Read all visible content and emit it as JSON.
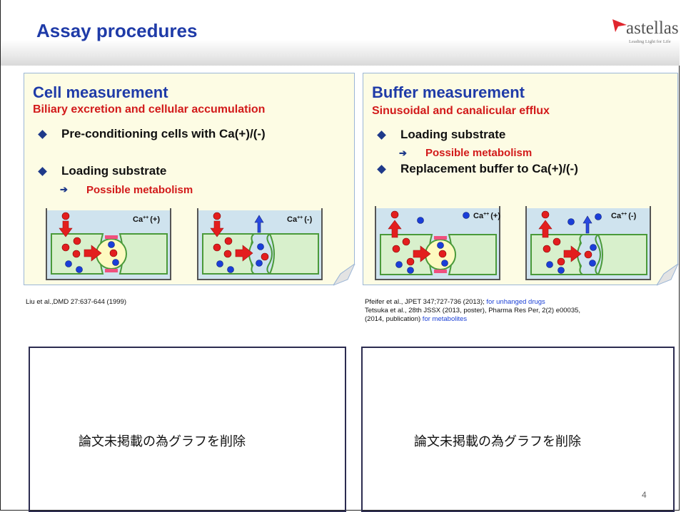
{
  "slide": {
    "title": "Assay procedures",
    "logo": {
      "name": "astellas",
      "tagline": "Leading Light for Life"
    },
    "page_number": "4"
  },
  "left_panel": {
    "title": "Cell measurement",
    "subtitle": "Biliary excretion and cellular accumulation",
    "bullets": [
      "Pre-conditioning cells with Ca(+)/(-)",
      "Loading substrate"
    ],
    "sub_note": "Possible metabolism",
    "diagram_labels": [
      "Ca",
      "(+)",
      "Ca",
      "(-)"
    ],
    "superscript": "++",
    "reference": "Liu et al.,DMD 27:637-644  (1999)"
  },
  "right_panel": {
    "title": "Buffer measurement",
    "subtitle": "Sinusoidal and canalicular efflux",
    "bullets": [
      "Loading substrate",
      "Replacement buffer to Ca(+)/(-)"
    ],
    "sub_note": "Possible metabolism",
    "diagram_labels": [
      "Ca",
      "(+)",
      "Ca",
      "(-)"
    ],
    "superscript": "++",
    "reference": {
      "line1": "Pfeifer et al., JPET 347;727-736 (2013); ",
      "line1_blue": "for unhanged drugs",
      "line2": "Tetsuka et al., 28th JSSX (2013, poster), Pharma Res Per, 2(2) e00035,",
      "line3": "(2014, publication)",
      "line3_blue": " for metabolites"
    }
  },
  "placeholders": {
    "left_text": "論文未掲載の為グラフを削除",
    "right_text": "論文未掲載の為グラフを削除"
  },
  "colors": {
    "title_blue": "#1f3ba8",
    "accent_red": "#d21a1a",
    "panel_bg": "#fdfce4",
    "cell_green": "#d8f0cc",
    "well_blue": "#cfe3ee"
  }
}
